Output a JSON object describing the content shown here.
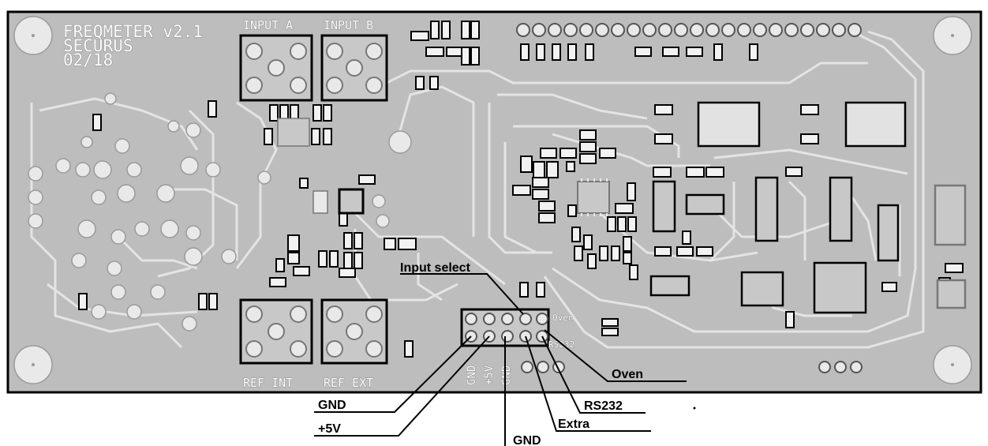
{
  "board": {
    "title_line1": "FREQMETER v2.1",
    "title_line2": "SECURUS",
    "title_line3": "02/18",
    "connectors": {
      "input_a": "INPUT A",
      "input_b": "INPUT B",
      "ref_int": "REF INT",
      "ref_ext": "REF EXT"
    },
    "header_silk": {
      "gnd_left": "GND",
      "plus5v": "+5V",
      "gnd_mid": "GND",
      "oven": "Oven",
      "rs232": "RS232"
    }
  },
  "callouts": {
    "input_select": "Input select",
    "oven": "Oven",
    "gnd_left": "GND",
    "rs232": "RS232",
    "plus5v": "+5V",
    "extra": "Extra",
    "gnd_bottom": "GND"
  },
  "colors": {
    "board_fill": "#bdbdbd",
    "trace": "#e4e4e4",
    "pad": "#e9e9e9",
    "outline": "#000000"
  }
}
